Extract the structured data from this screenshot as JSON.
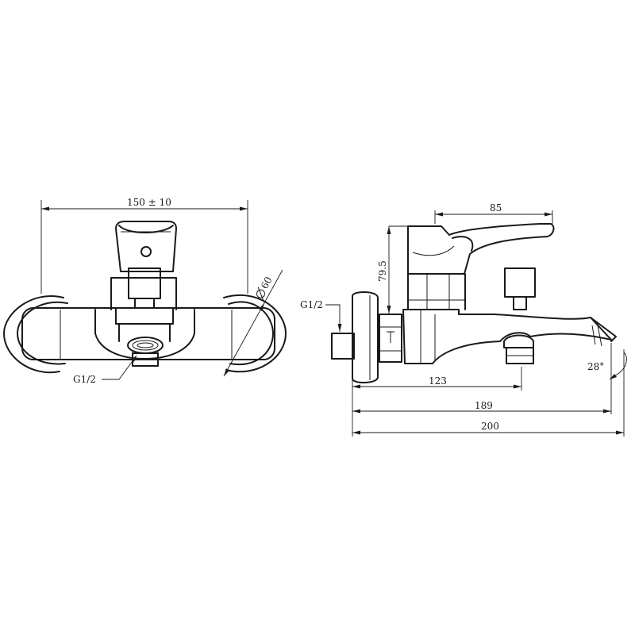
{
  "front_view": {
    "width_label": "150 ± 10",
    "diameter_label": "60",
    "thread_label": "G1/2"
  },
  "side_view": {
    "handle_label": "85",
    "height_label": "79.5",
    "thread_label": "G1/2",
    "angle_label": "28°",
    "dim_123": "123",
    "dim_189": "189",
    "dim_200": "200"
  }
}
